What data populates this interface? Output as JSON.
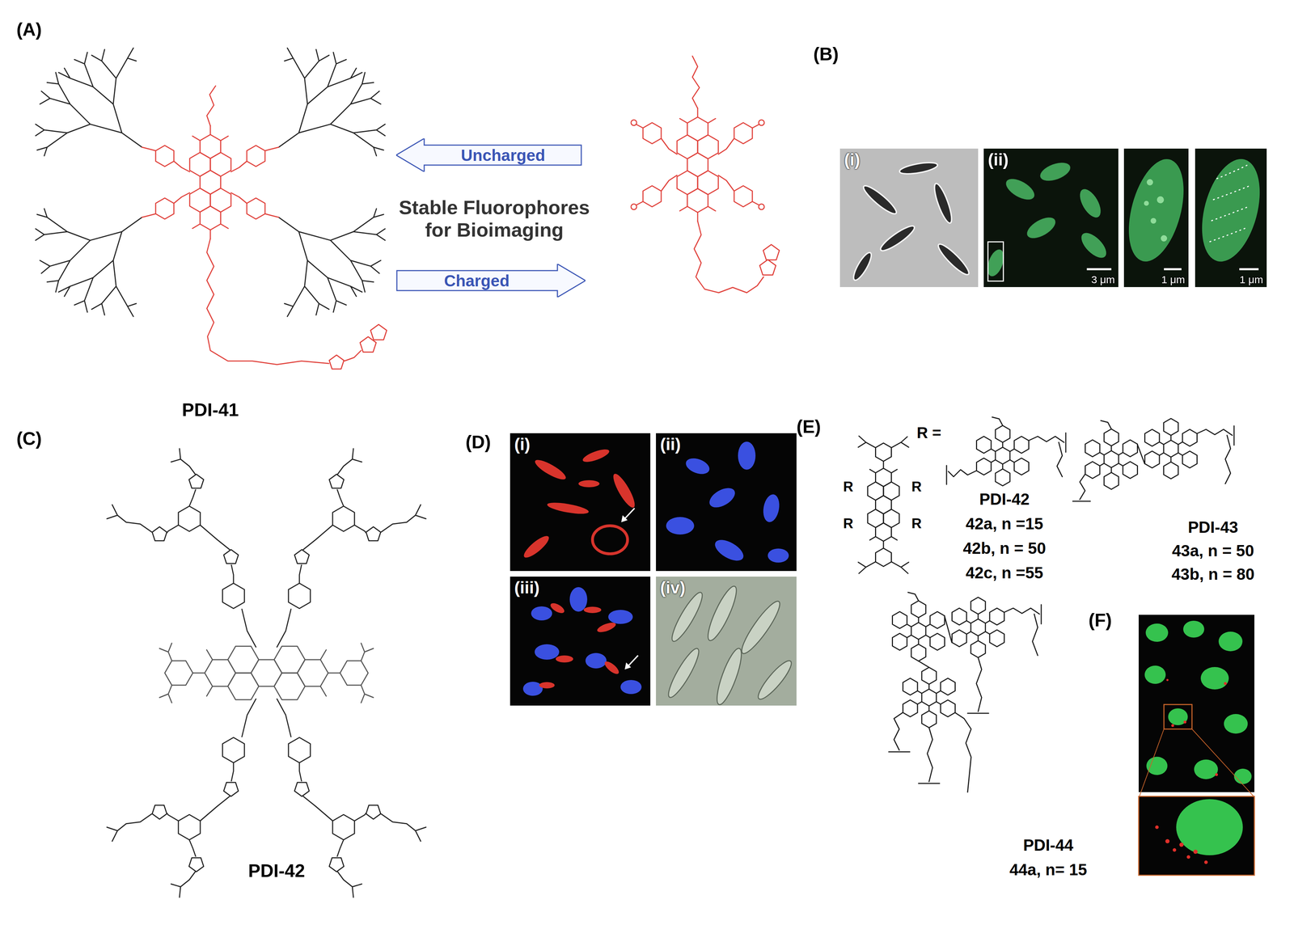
{
  "diagram": {
    "nodes": [
      {
        "text": [
          "Uncharged"
        ]
      },
      {
        "text": [
          "Charged"
        ]
      },
      {
        "text": [
          "(i)"
        ]
      },
      {
        "text": [
          "(ii)",
          "3 μm"
        ]
      },
      {
        "text": [
          "1 μm"
        ]
      },
      {
        "text": [
          "1 μm"
        ]
      },
      {
        "text": [
          "(i)"
        ]
      },
      {
        "text": [
          "(ii)"
        ]
      },
      {
        "text": [
          "(iii)"
        ]
      },
      {
        "text": [
          "(iv)"
        ]
      }
    ],
    "labels": [
      "(A)",
      "Stable Fluorophores for Bioimaging",
      "PDI-41",
      "(B)",
      "(C)",
      "PDI-42",
      "(D)",
      "(E)",
      "R =",
      "R",
      "R",
      "R",
      "R",
      "PDI-42",
      "42a, n =15",
      "42b, n = 50",
      "42c, n =55",
      "PDI-43",
      "43a, n = 50",
      "43b, n = 80",
      "PDI-44",
      "44a, n= 15",
      "(F)"
    ]
  }
}
